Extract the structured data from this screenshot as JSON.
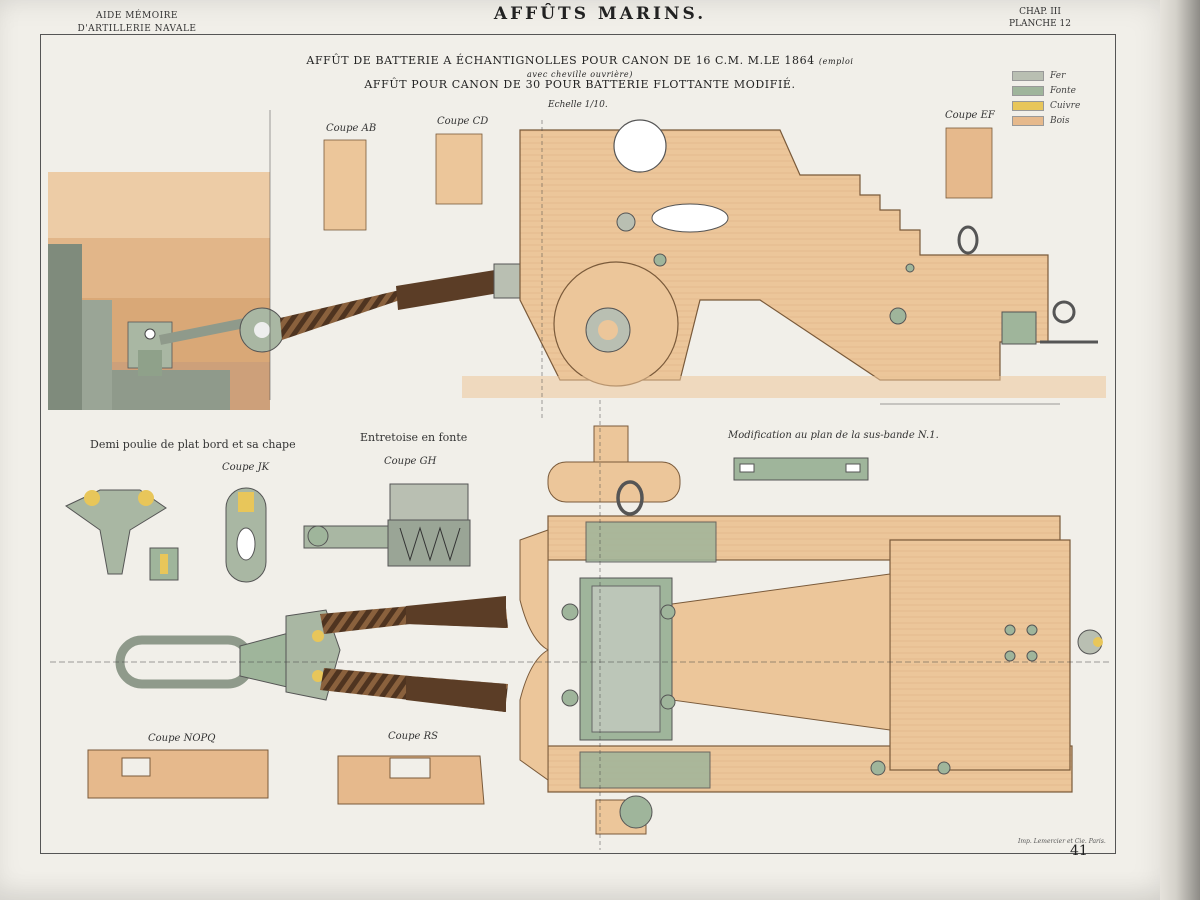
{
  "header": {
    "left_line1": "AIDE MÉMOIRE",
    "left_line2": "D'ARTILLERIE NAVALE",
    "center": "AFFÛTS MARINS.",
    "right_line1": "CHAP. III",
    "right_line2": "PLANCHE 12"
  },
  "titles": {
    "line1": "AFFÛT DE BATTERIE A ÉCHANTIGNOLLES POUR CANON DE 16 C.M. M.LE 1864",
    "line1_note": "(emploi avec cheville ouvrière)",
    "line2": "AFFÛT POUR CANON DE 30 POUR BATTERIE FLOTTANTE MODIFIÉ.",
    "scale": "Echelle 1/10."
  },
  "legend": [
    {
      "label": "Fer",
      "color": "#b9bfb2"
    },
    {
      "label": "Fonte",
      "color": "#9fb59b"
    },
    {
      "label": "Cuivre",
      "color": "#e8c65a"
    },
    {
      "label": "Bois",
      "color": "#e6b98c"
    }
  ],
  "labels": {
    "coupe_ab": "Coupe AB",
    "coupe_cd": "Coupe CD",
    "coupe_ef": "Coupe EF",
    "demi_poulie": "Demi poulie de plat bord et sa chape",
    "entretoise": "Entretoise en fonte",
    "coupe_jk": "Coupe JK",
    "coupe_gh": "Coupe GH",
    "modification": "Modification au plan de la sus-bande N.1.",
    "coupe_nopq": "Coupe NOPQ",
    "coupe_rs": "Coupe RS"
  },
  "footer": {
    "printer": "Imp. Lemercier et Cie. Paris.",
    "page_number": "41"
  },
  "colors": {
    "wood": "#ecc69a",
    "wood_dark": "#d9a877",
    "iron": "#b9bfb2",
    "cast_iron": "#9fb59b",
    "brass": "#e8c65a",
    "paper": "#f1efe9",
    "rope": "#6e4a2c"
  }
}
